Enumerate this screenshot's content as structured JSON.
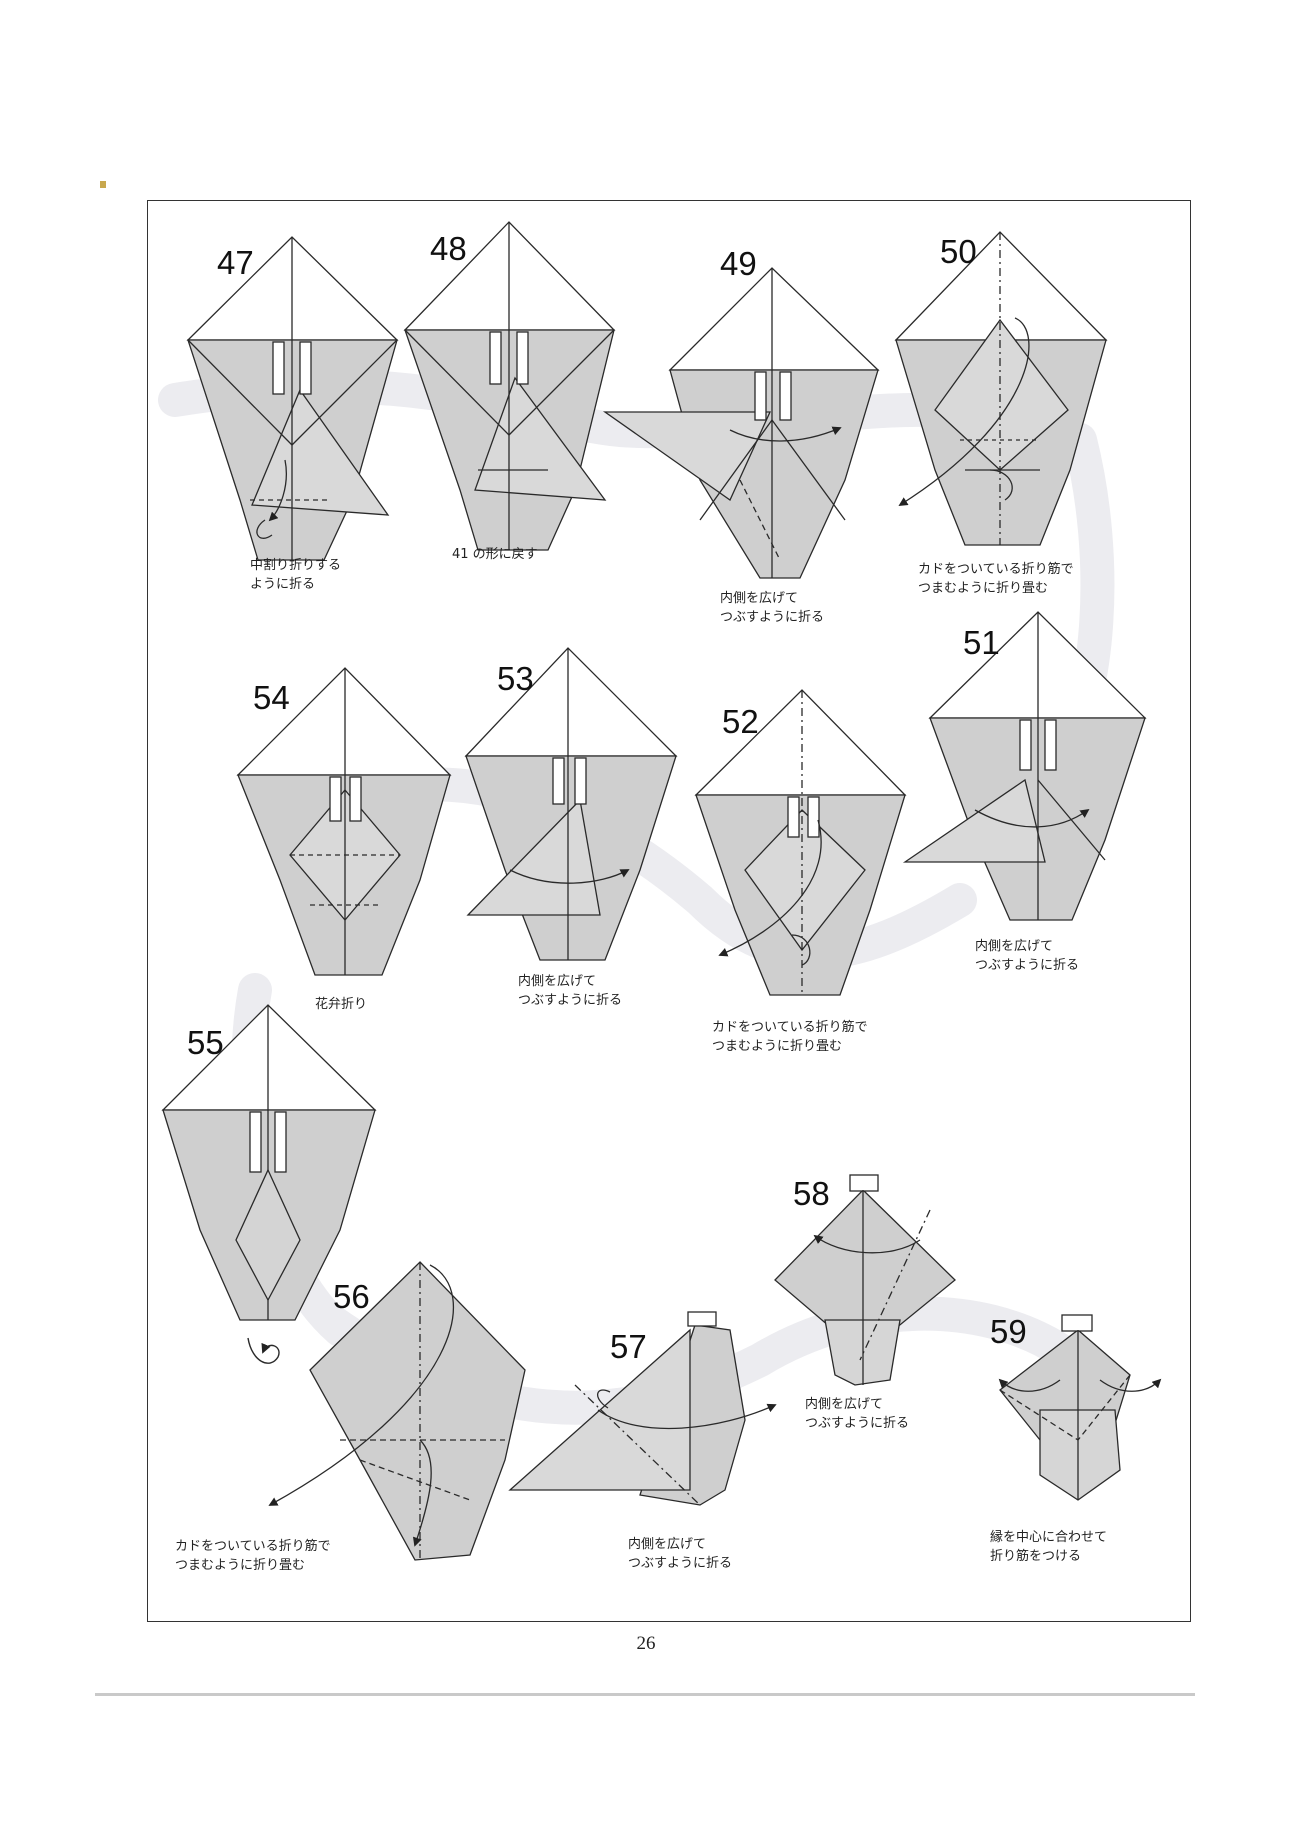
{
  "page_number": "26",
  "steps": [
    {
      "id": "47",
      "caption": [
        "中割り折りする",
        "ように折る"
      ]
    },
    {
      "id": "48",
      "caption": [
        "41 の形に戻す"
      ]
    },
    {
      "id": "49",
      "caption": [
        "内側を広げて",
        "つぶすように折る"
      ]
    },
    {
      "id": "50",
      "caption": [
        "カドをついている折り筋で",
        "つまむように折り畳む"
      ]
    },
    {
      "id": "51",
      "caption": [
        "内側を広げて",
        "つぶすように折る"
      ]
    },
    {
      "id": "52",
      "caption": [
        "カドをついている折り筋で",
        "つまむように折り畳む"
      ]
    },
    {
      "id": "53",
      "caption": [
        "内側を広げて",
        "つぶすように折る"
      ]
    },
    {
      "id": "54",
      "caption": [
        "花弁折り"
      ]
    },
    {
      "id": "55",
      "caption": []
    },
    {
      "id": "56",
      "caption": [
        "カドをついている折り筋で",
        "つまむように折り畳む"
      ]
    },
    {
      "id": "57",
      "caption": [
        "内側を広げて",
        "つぶすように折る"
      ]
    },
    {
      "id": "58",
      "caption": [
        "内側を広げて",
        "つぶすように折る"
      ]
    },
    {
      "id": "59",
      "caption": [
        "縁を中心に合わせて",
        "折り筋をつける"
      ]
    }
  ],
  "colors": {
    "paper_gray": "#cfcfcf",
    "paper_white": "#ffffff",
    "line": "#2a2a2a",
    "background_swirl": "#ececf0"
  },
  "icons": [
    "turn-over-icon"
  ]
}
